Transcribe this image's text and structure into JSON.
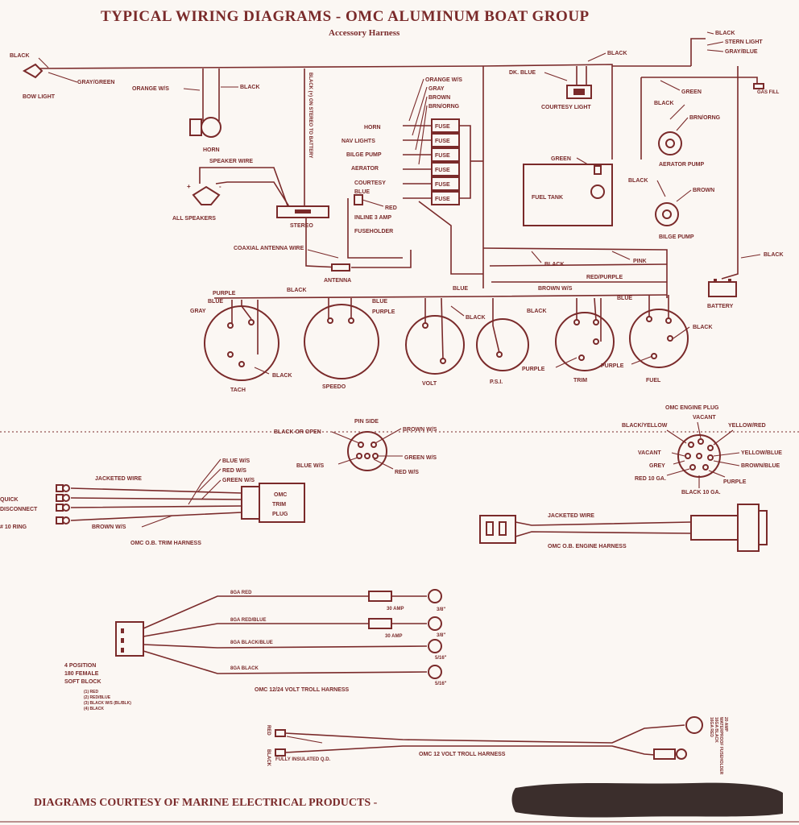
{
  "title": "TYPICAL WIRING DIAGRAMS - OMC ALUMINUM BOAT GROUP",
  "subtitle": "Accessory Harness",
  "footer": "DIAGRAMS COURTESY OF MARINE ELECTRICAL PRODUCTS -",
  "accessory": {
    "bow_light": "BOW LIGHT",
    "black": "BLACK",
    "gray_green": "GRAY/GREEN",
    "orange_ws": "ORANGE W/S",
    "horn": "HORN",
    "speaker_wire": "SPEAKER WIRE",
    "all_speakers": "ALL SPEAKERS",
    "stereo_vertical": "BLACK (+) ON STEREO TO BATTERY",
    "stereo": "STEREO",
    "coax": "COAXIAL ANTENNA WIRE",
    "antenna": "ANTENNA",
    "inline": "INLINE 3 AMP",
    "fuseholder": "FUSEHOLDER",
    "red": "RED",
    "blue": "BLUE",
    "fuse_wires": [
      "ORANGE W/S",
      "GRAY",
      "BROWN",
      "BRN/ORNG"
    ],
    "fuse_labels": [
      "HORN",
      "NAV LIGHTS",
      "BILGE PUMP",
      "AERATOR",
      "COURTESY"
    ],
    "fuse": "FUSE",
    "dk_blue": "DK. BLUE",
    "courtesy_light": "COURTESY LIGHT",
    "stern_light": "STERN LIGHT",
    "gray_blue": "GRAY/BLUE",
    "green": "GREEN",
    "gas_fill": "GAS FILL",
    "brn_orng": "BRN/ORNG",
    "aerator_pump": "AERATOR PUMP",
    "fuel_tank": "FUEL TANK",
    "brown": "BROWN",
    "bilge_pump": "BILGE PUMP",
    "pink": "PINK",
    "red_purple": "RED/PURPLE",
    "battery": "BATTERY",
    "purple": "PURPLE",
    "gray": "GRAY",
    "brown_ws": "BROWN W/S"
  },
  "gauges": [
    "TACH",
    "SPEEDO",
    "VOLT",
    "P.S.I.",
    "TRIM",
    "FUEL"
  ],
  "trim_harness": {
    "pin_side": "PIN SIDE",
    "black_or_open": "BLACK OR OPEN",
    "brown_ws": "BROWN W/S",
    "blue_ws": "BLUE W/S",
    "green_ws": "GREEN W/S",
    "red_ws": "RED W/S",
    "jacketed": "JACKETED WIRE",
    "quick": "QUICK",
    "disconnect": "DISCONNECT",
    "ring": "# 10 RING",
    "plug1": "OMC",
    "plug2": "TRIM",
    "plug3": "PLUG",
    "caption": "OMC O.B. TRIM HARNESS"
  },
  "engine_harness": {
    "plug_title": "OMC ENGINE PLUG",
    "vacant": "VACANT",
    "black_yellow": "BLACK/YELLOW",
    "yellow_red": "YELLOW/RED",
    "yellow_blue": "YELLOW/BLUE",
    "brown_blue": "BROWN/BLUE",
    "grey": "GREY",
    "red10": "RED 10 GA.",
    "purple": "PURPLE",
    "black10": "BLACK 10 GA.",
    "jacketed": "JACKETED WIRE",
    "caption": "OMC O.B. ENGINE HARNESS"
  },
  "troll24": {
    "wires": [
      "8GA RED",
      "8GA RED/BLUE",
      "8GA BLACK/BLUE",
      "8GA BLACK"
    ],
    "amp": "30 AMP",
    "sizes": [
      "3/8\"",
      "3/8\"",
      "5/16\"",
      "5/16\""
    ],
    "block1": "4 POSITION",
    "block2": "180 FEMALE",
    "block3": "SOFT BLOCK",
    "legend": [
      "(1) RED",
      "(2) RED/BLUE",
      "(3) BLACK W/S (BL/BLK)",
      "(4) BLACK"
    ],
    "caption": "OMC 12/24 VOLT TROLL HARNESS"
  },
  "troll12": {
    "red": "RED",
    "black": "BLACK",
    "insulated": "FULLY INSULATED Q.D.",
    "caption": "OMC 12 VOLT TROLL HARNESS",
    "fuse_note": [
      "20 AMP",
      "WATERPROOF FUSEHOLDER",
      "16GA BLACK",
      "16GA RED"
    ]
  }
}
